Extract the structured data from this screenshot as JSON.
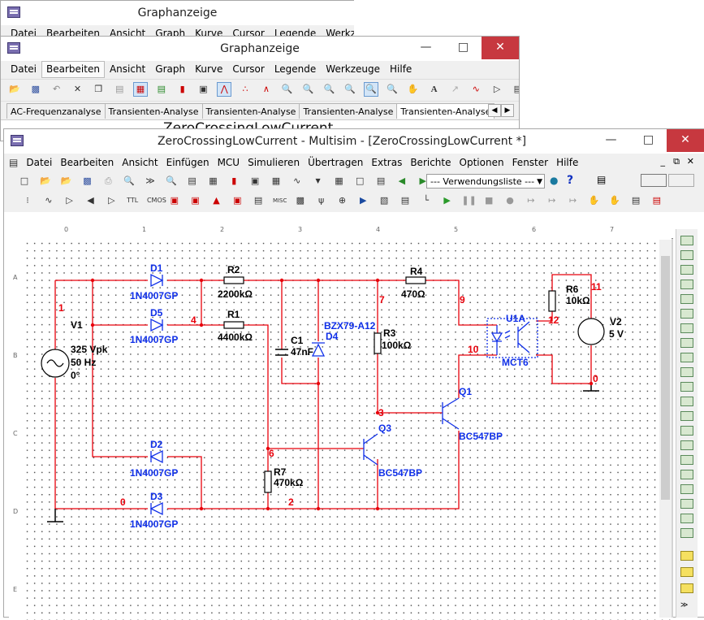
{
  "window1": {
    "title": "Graphanzeige",
    "menu": [
      "Datei",
      "Bearbeiten",
      "Ansicht",
      "Graph",
      "Kurve",
      "Cursor",
      "Legende",
      "Werkzeuge"
    ]
  },
  "window2": {
    "title": "Graphanzeige",
    "menu": [
      "Datei",
      "Bearbeiten",
      "Ansicht",
      "Graph",
      "Kurve",
      "Cursor",
      "Legende",
      "Werkzeuge",
      "Hilfe"
    ],
    "tabs": [
      "AC-Frequenzanalyse",
      "Transienten-Analyse",
      "Transienten-Analyse",
      "Transienten-Analyse",
      "Transienten-Analyse"
    ],
    "active_tab": 4,
    "graph_title": "ZeroCrossingLowCurrent"
  },
  "main": {
    "title": "ZeroCrossingLowCurrent - Multisim - [ZeroCrossingLowCurrent *]",
    "menu": [
      "Datei",
      "Bearbeiten",
      "Ansicht",
      "Einfügen",
      "MCU",
      "Simulieren",
      "Übertragen",
      "Extras",
      "Berichte",
      "Optionen",
      "Fenster",
      "Hilfe"
    ],
    "usage_list": "--- Verwendungsliste ---",
    "ruler_cols": [
      "0",
      "1",
      "2",
      "3",
      "4",
      "5",
      "6",
      "7"
    ],
    "ruler_rows": [
      "A",
      "B",
      "C",
      "D",
      "E"
    ]
  },
  "schematic": {
    "nodes": {
      "n0": "0",
      "n1": "1",
      "n2": "2",
      "n3": "3",
      "n4": "4",
      "n6": "6",
      "n7": "7",
      "n9": "9",
      "n10": "10",
      "n11": "11",
      "n12": "12",
      "n0b": "0"
    },
    "D1": {
      "ref": "D1",
      "part": "1N4007GP"
    },
    "D5": {
      "ref": "D5",
      "part": "1N4007GP"
    },
    "D2": {
      "ref": "D2",
      "part": "1N4007GP"
    },
    "D3": {
      "ref": "D3",
      "part": "1N4007GP"
    },
    "R2": {
      "ref": "R2",
      "value": "2200kΩ"
    },
    "R1": {
      "ref": "R1",
      "value": "4400kΩ"
    },
    "R4": {
      "ref": "R4",
      "value": "470Ω"
    },
    "R3": {
      "ref": "R3",
      "value": "100kΩ"
    },
    "R6": {
      "ref": "R6",
      "value": "10kΩ"
    },
    "R7": {
      "ref": "R7",
      "value": "470kΩ"
    },
    "C1": {
      "ref": "C1",
      "value": "47nF"
    },
    "D4": {
      "ref": "D4",
      "part": "BZX79-A12"
    },
    "V1": {
      "ref": "V1",
      "l1": "325 Vpk",
      "l2": "50 Hz",
      "l3": "0°"
    },
    "V2": {
      "ref": "V2",
      "value": "5 V"
    },
    "U1": {
      "ref": "U1A",
      "part": "MCT6"
    },
    "Q1": {
      "ref": "Q1",
      "part": "BC547BP"
    },
    "Q3": {
      "ref": "Q3",
      "part": "BC547BP"
    }
  },
  "colors": {
    "wire": "#e8000b",
    "label_blue": "#1030e8",
    "node_red": "#e8000b",
    "titlebar_close": "#c7383f"
  }
}
